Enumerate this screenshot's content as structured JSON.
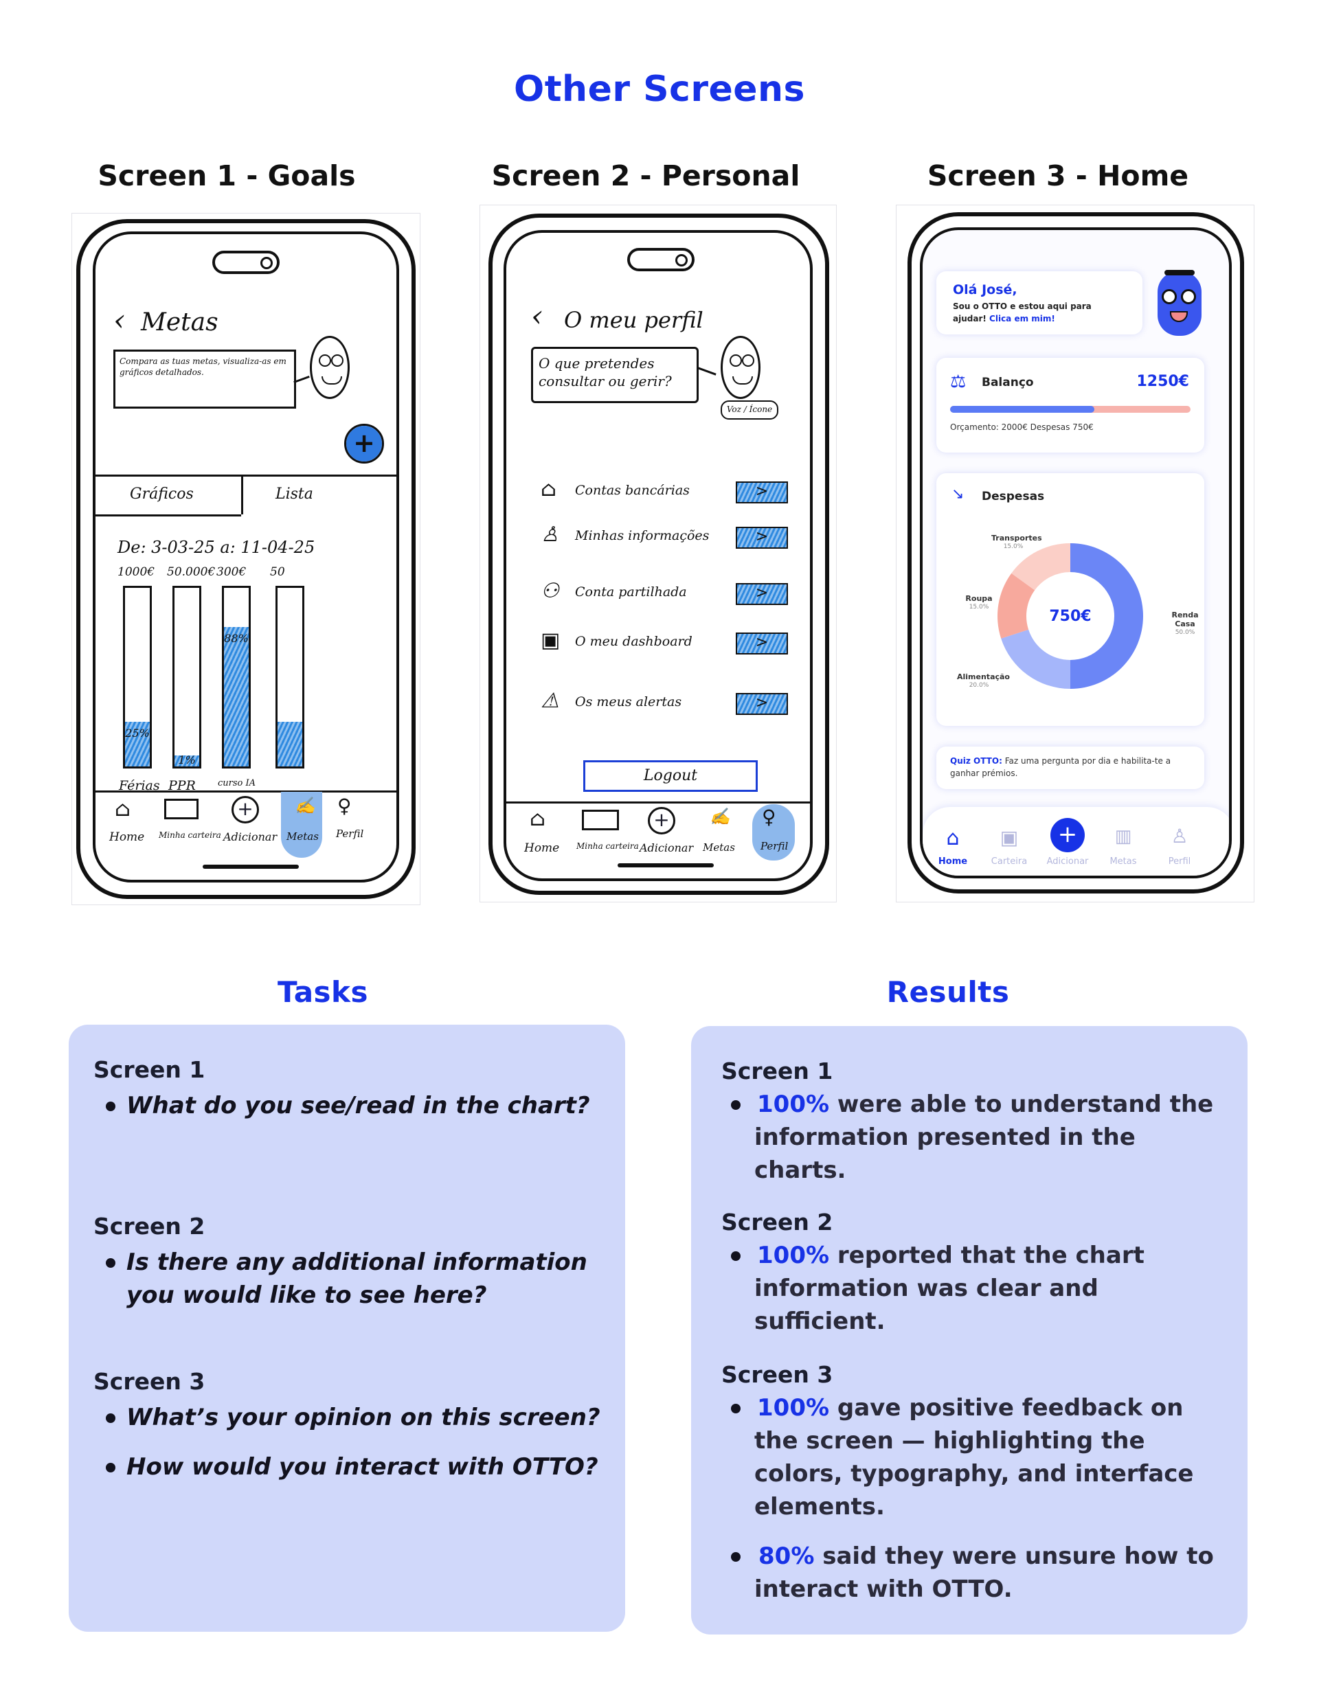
{
  "page": {
    "title": "Other Screens",
    "tasks_heading": "Tasks",
    "results_heading": "Results"
  },
  "screens": {
    "s1_title": "Screen 1 - Goals",
    "s2_title": "Screen 2 - Personal",
    "s3_title": "Screen 3 - Home"
  },
  "sketch1": {
    "header": "Metas",
    "bubble": "Compara as tuas metas, visualiza-as em gráficos detalhados.",
    "tab_charts": "Gráficos",
    "tab_list": "Lista",
    "date_range": "De: 3-03-25  a: 11-04-25",
    "bars": [
      {
        "amount": "1000€",
        "pct_label": "25%",
        "fill": 0.25,
        "label": "Férias"
      },
      {
        "amount": "50.000€",
        "pct_label": "1%",
        "fill": 0.06,
        "label": "PPR"
      },
      {
        "amount": "300€",
        "pct_label": "88%",
        "fill": 0.78,
        "label": "curso IA"
      },
      {
        "amount": "50",
        "pct_label": "",
        "fill": 0.25,
        "label": ""
      }
    ],
    "nav": [
      "Home",
      "Minha carteira",
      "Adicionar",
      "Metas",
      "Perfil"
    ]
  },
  "sketch2": {
    "header": "O meu perfil",
    "bubble": "O que pretendes consultar ou gerir?",
    "otto_tag": "Voz / Ícone",
    "items": [
      "Contas bancárias",
      "Minhas informações",
      "Conta partilhada",
      "O meu dashboard",
      "Os meus alertas"
    ],
    "logout": "Logout",
    "nav": [
      "Home",
      "Minha carteira",
      "Adicionar",
      "Metas",
      "Perfil"
    ]
  },
  "hifi": {
    "greeting_name": "Olá José,",
    "greeting_line1": "Sou o OTTO e estou aqui para",
    "greeting_line2": "ajudar!",
    "greeting_link": "Clica em mim!",
    "balance_label": "Balanço",
    "balance_value": "1250€",
    "budget_text": "Orçamento: 2000€ Despesas 750€",
    "budget_spent_fraction": 0.6,
    "expenses_label": "Despesas",
    "quiz_bold": "Quiz OTTO:",
    "quiz_text": "Faz uma pergunta por dia e habilita-te a ganhar prémios.",
    "nav": [
      "Home",
      "Carteira",
      "Adicionar",
      "Metas",
      "Perfil"
    ],
    "colors": {
      "accent": "#1732e6",
      "chart_blue": "#6b86f6",
      "chart_light": "#a5b6fa",
      "chart_salmon": "#f7a99d",
      "chart_pink": "#fbcfc7"
    }
  },
  "chart_data": {
    "type": "pie",
    "center_label": "750€",
    "slices": [
      {
        "label": "Renda Casa",
        "value": 50.0,
        "pct_label": "50.0%"
      },
      {
        "label": "Alimentação",
        "value": 20.0,
        "pct_label": "20.0%"
      },
      {
        "label": "Roupa",
        "value": 15.0,
        "pct_label": "15.0%"
      },
      {
        "label": "Transportes",
        "value": 15.0,
        "pct_label": "15.0%"
      }
    ]
  },
  "tasks": {
    "s1_label": "Screen 1",
    "s1_q1": "What do you see/read in the chart?",
    "s2_label": "Screen 2",
    "s2_q1_line1": "Is there any additional information",
    "s2_q1_line2": "you would like to see here?",
    "s3_label": "Screen 3",
    "s3_q1": "What’s your opinion on this screen?",
    "s3_q2": "How would you interact with OTTO?"
  },
  "results": {
    "s1_label": "Screen 1",
    "s1_pct": "100%",
    "s1_line1": "were able to understand the",
    "s1_line2": "information presented in the",
    "s1_line3": "charts.",
    "s2_label": "Screen 2",
    "s2_pct": "100%",
    "s2_line1": "reported that the chart",
    "s2_line2": "information was clear and",
    "s2_line3": "sufficient.",
    "s3_label": "Screen 3",
    "s3_pct": "100%",
    "s3_line1": "gave positive feedback on",
    "s3_line2": "the screen — highlighting the",
    "s3_line3": "colors, typography, and interface",
    "s3_line4": "elements.",
    "s3b_pct": "80%",
    "s3b_line1": "said they were unsure how to",
    "s3b_line2": "interact with OTTO."
  }
}
